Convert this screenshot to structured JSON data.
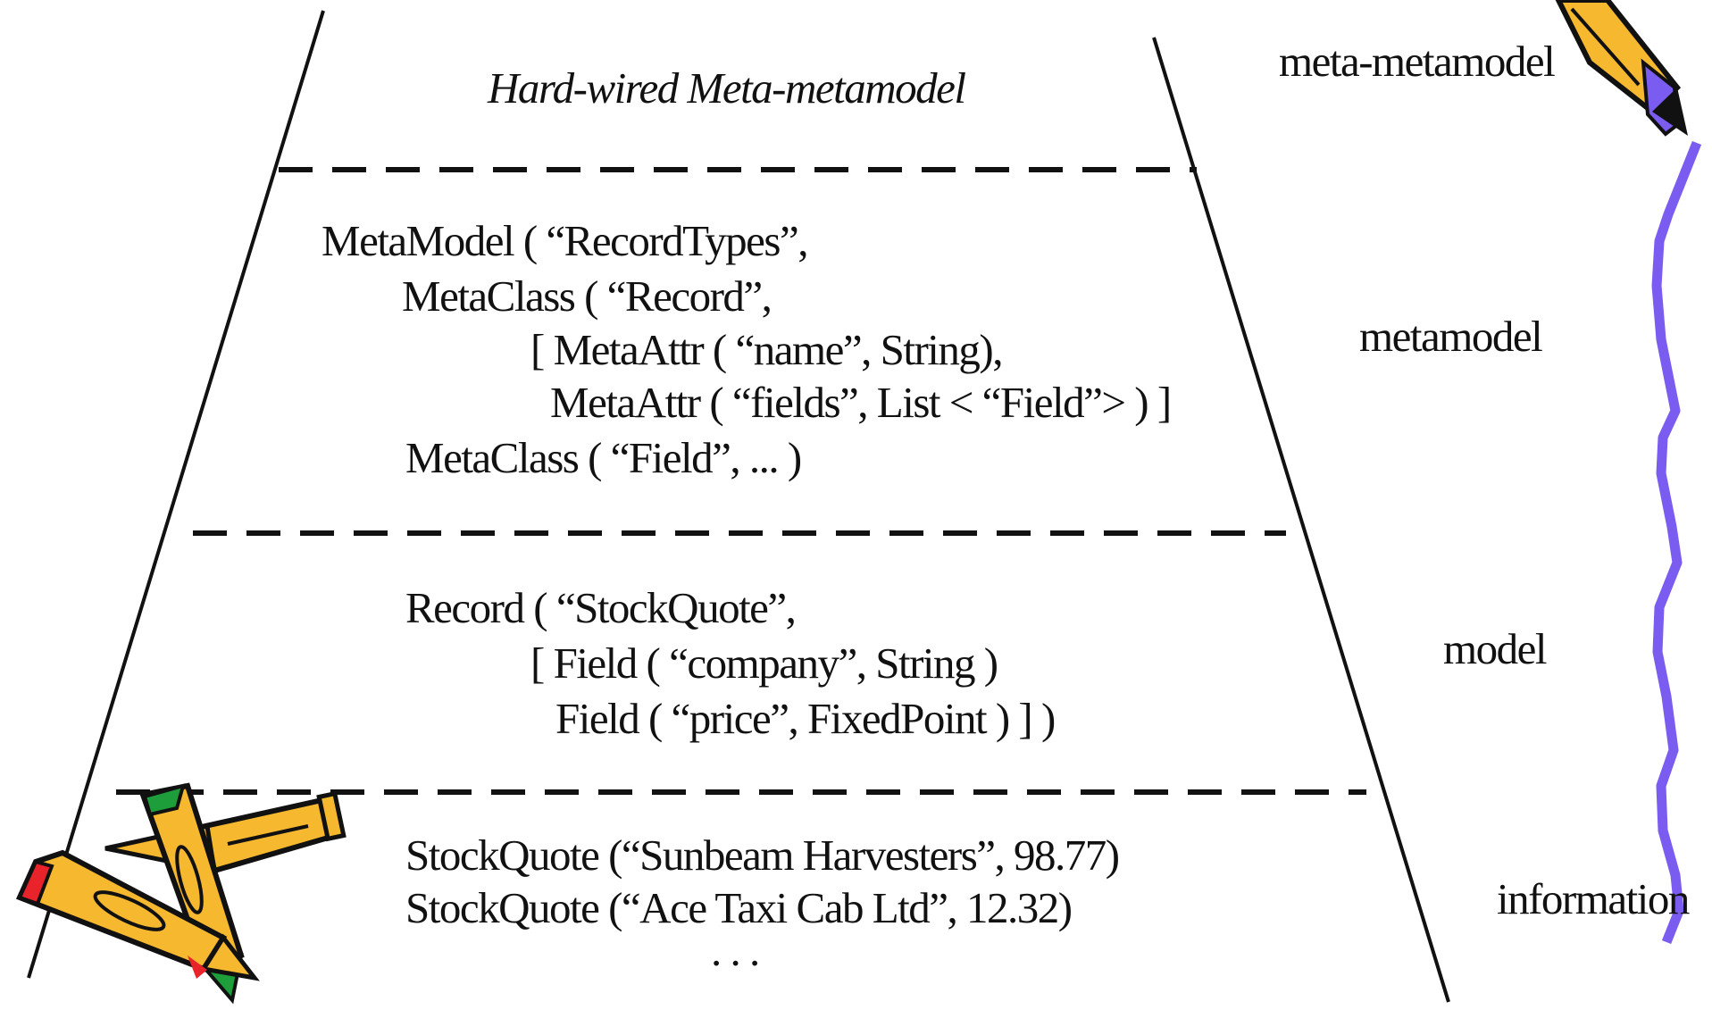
{
  "title": "Hard-wired Meta-metamodel",
  "layers": {
    "metamodel_code": [
      "MetaModel ( “RecordTypes”,",
      "MetaClass ( “Record”,",
      "[ MetaAttr ( “name”, String),",
      "MetaAttr ( “fields”, List < “Field”> ) ]",
      "MetaClass ( “Field”, ... )"
    ],
    "model_code": [
      "Record ( “StockQuote”,",
      "[ Field ( “company”, String )",
      "Field ( “price”, FixedPoint ) ] )"
    ],
    "information_code": [
      "StockQuote (“Sunbeam Harvesters”, 98.77)",
      "StockQuote (“Ace Taxi Cab Ltd”, 12.32)",
      ". . ."
    ]
  },
  "levels": [
    "meta-metamodel",
    "metamodel",
    "model",
    "information"
  ],
  "colors": {
    "line": "#111111",
    "wavy_arrow": "#7b5cf0",
    "pencil_body": "#f5b82e",
    "pencil_eraser_red": "#e8232a",
    "pencil_green": "#1e9e3a"
  },
  "icons": [
    "pencil-icon",
    "crossed-pencils-icon"
  ]
}
